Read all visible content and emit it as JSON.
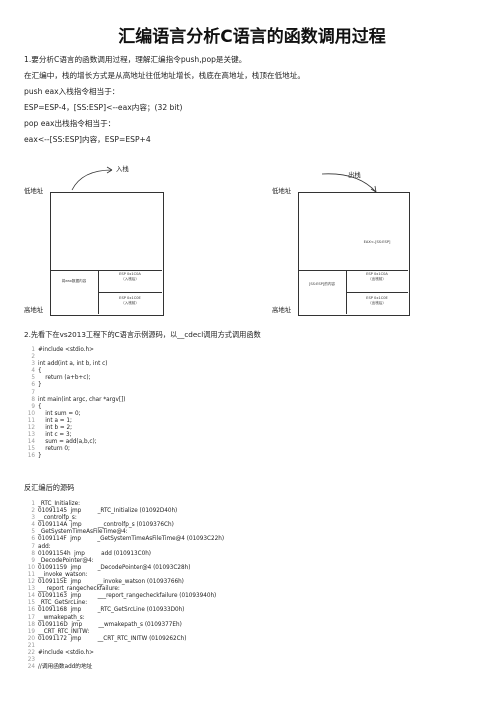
{
  "title": "汇编语言分析C语言的函数调用过程",
  "paragraphs": [
    "1.要分析C语言的函数调用过程，理解汇编指令push,pop是关键。",
    "在汇编中，栈的增长方式是从高地址往低地址增长，栈底在高地址，栈顶在低地址。",
    "push eax入栈指令相当于：",
    "ESP=ESP-4，[SS:ESP]<--eax内容；(32 bit)",
    "pop eax出栈指令相当于：",
    "eax<--[SS:ESP]内容，ESP=ESP+4"
  ],
  "diagram_left": {
    "top_label": "低地址",
    "bottom_label": "高地址",
    "arrow_label": "入栈",
    "content_label": "将eax数据内容",
    "esp_new": "ESP 0x1C0A\n（入栈后）",
    "esp_old": "ESP 0x1C0E\n（入栈前）"
  },
  "diagram_right": {
    "top_label": "低地址",
    "bottom_label": "高地址",
    "arrow_label": "出栈",
    "content_label": "[SS:ESP]的内容",
    "eax_label": "EAX<-[SS:ESP]",
    "esp_old": "ESP 0x1C0A\n（出栈前）",
    "esp_new": "ESP 0x1C0E\n（出栈后）"
  },
  "section2_heading": "2.先看下在vs2013工程下的C语言示例源码，以__cdecl调用方式调用函数",
  "code1": [
    {
      "n": "1",
      "t": "#include <stdio.h>"
    },
    {
      "n": "2",
      "t": ""
    },
    {
      "n": "3",
      "t": "int add(int a, int b, int c)"
    },
    {
      "n": "4",
      "t": "{"
    },
    {
      "n": "5",
      "t": "    return (a+b+c);"
    },
    {
      "n": "6",
      "t": "}"
    },
    {
      "n": "7",
      "t": ""
    },
    {
      "n": "8",
      "t": "int main(int argc, char *argv[])"
    },
    {
      "n": "9",
      "t": "{"
    },
    {
      "n": "10",
      "t": "    int sum = 0;"
    },
    {
      "n": "11",
      "t": "    int a = 1;"
    },
    {
      "n": "12",
      "t": "    int b = 2;"
    },
    {
      "n": "13",
      "t": "    int c = 3;"
    },
    {
      "n": "14",
      "t": "    sum = add(a,b,c);"
    },
    {
      "n": "15",
      "t": "    return 0;"
    },
    {
      "n": "16",
      "t": "}"
    }
  ],
  "section3_heading": "反汇编后的源码",
  "code2": [
    {
      "n": "1",
      "t": "_RTC_Initialize:"
    },
    {
      "n": "2",
      "t": "01091145  jmp         _RTC_Initialize (01092D40h)"
    },
    {
      "n": "3",
      "t": "__controlfp_s:"
    },
    {
      "n": "4",
      "t": "0109114A  jmp         __controlfp_s (0109376Ch)"
    },
    {
      "n": "5",
      "t": "_GetSystemTimeAsFileTime@4:"
    },
    {
      "n": "6",
      "t": "0109114F  jmp         _GetSystemTimeAsFileTime@4 (01093C22h)"
    },
    {
      "n": "7",
      "t": "add:"
    },
    {
      "n": "8",
      "t": "01091154h  jmp         add (010913C0h)"
    },
    {
      "n": "9",
      "t": "_DecodePointer@4:"
    },
    {
      "n": "10",
      "t": "01091159  jmp         _DecodePointer@4 (01093C28h)"
    },
    {
      "n": "11",
      "t": "__invoke_watson:"
    },
    {
      "n": "12",
      "t": "0109115E  jmp         __invoke_watson (01093766h)"
    },
    {
      "n": "13",
      "t": "___report_rangecheckfailure:"
    },
    {
      "n": "14",
      "t": "01091163  jmp         ___report_rangecheckfailure (01093940h)"
    },
    {
      "n": "15",
      "t": "_RTC_GetSrcLine:"
    },
    {
      "n": "16",
      "t": "01091168  jmp         _RTC_GetSrcLine (010933D0h)"
    },
    {
      "n": "17",
      "t": "__wmakepath_s:"
    },
    {
      "n": "18",
      "t": "0109116D  jmp         __wmakepath_s (0109377Eh)"
    },
    {
      "n": "19",
      "t": "__CRT_RTC_INITW:"
    },
    {
      "n": "20",
      "t": "01091172  jmp         __CRT_RTC_INITW (0109262Ch)"
    },
    {
      "n": "21",
      "t": ""
    },
    {
      "n": "22",
      "t": "#include <stdio.h>"
    },
    {
      "n": "23",
      "t": ""
    },
    {
      "n": "24",
      "t": "//调用函数add的地址"
    }
  ]
}
